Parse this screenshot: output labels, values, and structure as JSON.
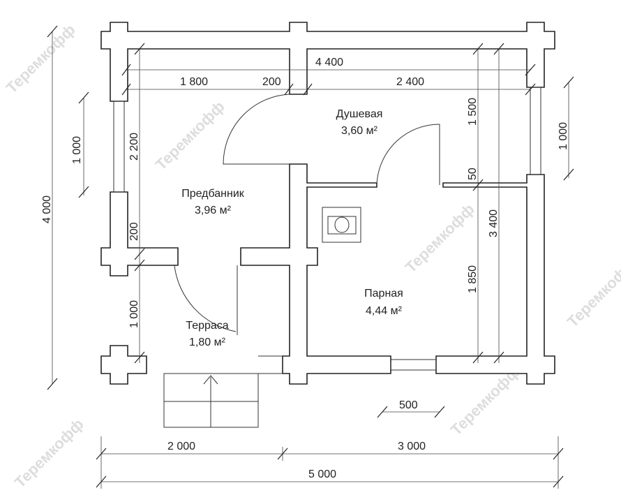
{
  "watermark": "Теремкофф",
  "rooms": [
    {
      "name": "Душевая",
      "area": "3,60 м²"
    },
    {
      "name": "Предбанник",
      "area": "3,96 м²"
    },
    {
      "name": "Парная",
      "area": "4,44 м²"
    },
    {
      "name": "Терраса",
      "area": "1,80 м²"
    }
  ],
  "dimensions": {
    "top_inner": "4 400",
    "top_left": "1 800",
    "top_mid": "200",
    "top_right": "2 400",
    "left_window": "1 000",
    "left_upper": "2 200",
    "left_partition": "200",
    "left_lower": "1 000",
    "left_total": "4 000",
    "right_upper": "1 500",
    "right_gap": "50",
    "right_lower": "1 850",
    "right_total": "3 400",
    "right_window": "1 000",
    "bottom_window": "500",
    "bottom_left": "2 000",
    "bottom_right": "3 000",
    "bottom_total": "5 000"
  }
}
